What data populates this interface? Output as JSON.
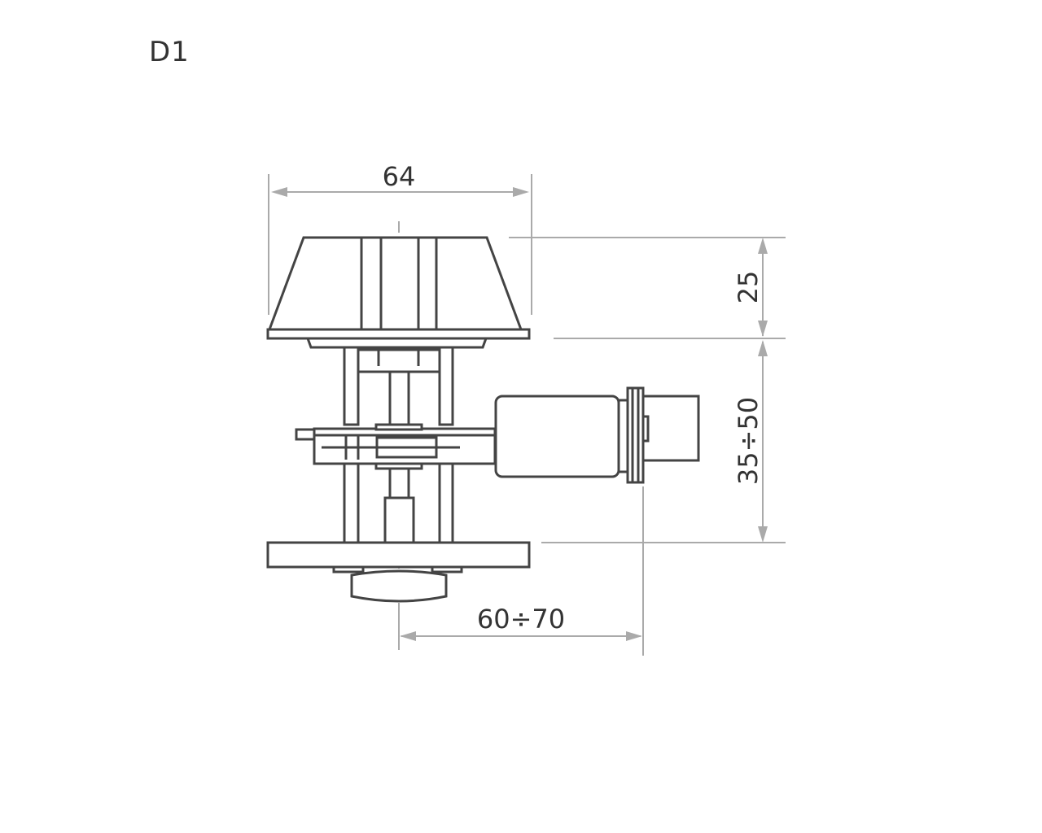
{
  "title": "D1",
  "dimensions": {
    "width_top": "64",
    "cap_height": "25",
    "mount_height": "35÷50",
    "offset": "60÷70"
  }
}
